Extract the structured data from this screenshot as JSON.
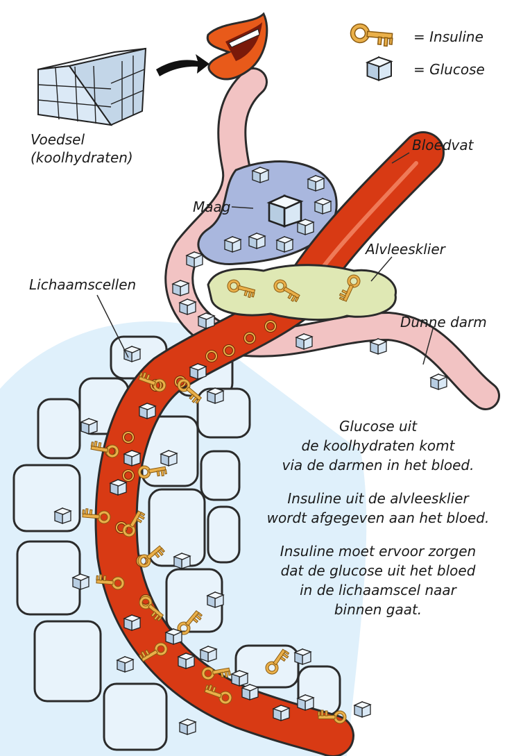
{
  "legend": {
    "insulin_label": "= Insuline",
    "glucose_label": "= Glucose"
  },
  "labels": {
    "food": "Voedsel\n(koolhydraten)",
    "stomach": "Maag",
    "blood_vessel": "Bloedvat",
    "pancreas": "Alvleesklier",
    "body_cells": "Lichaamscellen",
    "small_intestine": "Dunne darm"
  },
  "explanation": {
    "paragraph_1": "Glucose uit\nde koolhydraten komt\nvia de darmen in het bloed.",
    "paragraph_2": "Insuline uit de alvleesklier\nwordt afgegeven aan het bloed.",
    "paragraph_3": "Insuline moet ervoor zorgen\ndat de glucose uit het bloed\nin de lichaamscel naar\nbinnen gaat."
  },
  "colors": {
    "blood": "#d83a14",
    "intestine": "#f2c3c3",
    "stomach": "#a9b7de",
    "pancreas": "#dfe8b4",
    "cell_fill": "#e4f1fa",
    "glucose": "#dbe9f6",
    "insulin_key": "#e1a63a"
  },
  "icons": [
    "key-icon",
    "sugar-cube-icon",
    "arrow-icon",
    "mouth-icon"
  ]
}
